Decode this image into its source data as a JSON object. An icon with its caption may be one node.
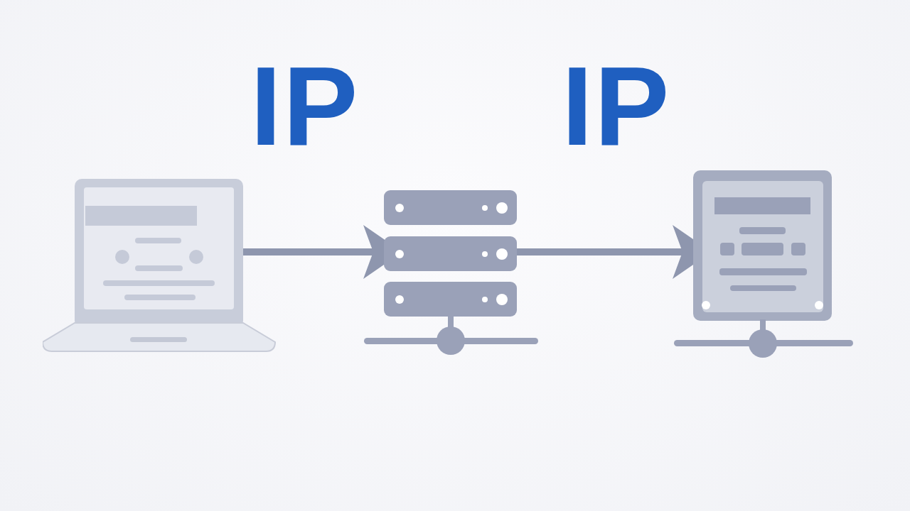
{
  "diagram": {
    "nodes": [
      {
        "text": [],
        "shape": "laptop"
      },
      {
        "text": [],
        "shape": "server"
      },
      {
        "text": [],
        "shape": "computer"
      }
    ],
    "edges": [
      {
        "from": 0,
        "to": 1,
        "arrow": "to"
      },
      {
        "from": 1,
        "to": 2,
        "arrow": "to"
      }
    ],
    "labels": [
      "IP",
      "IP"
    ]
  }
}
